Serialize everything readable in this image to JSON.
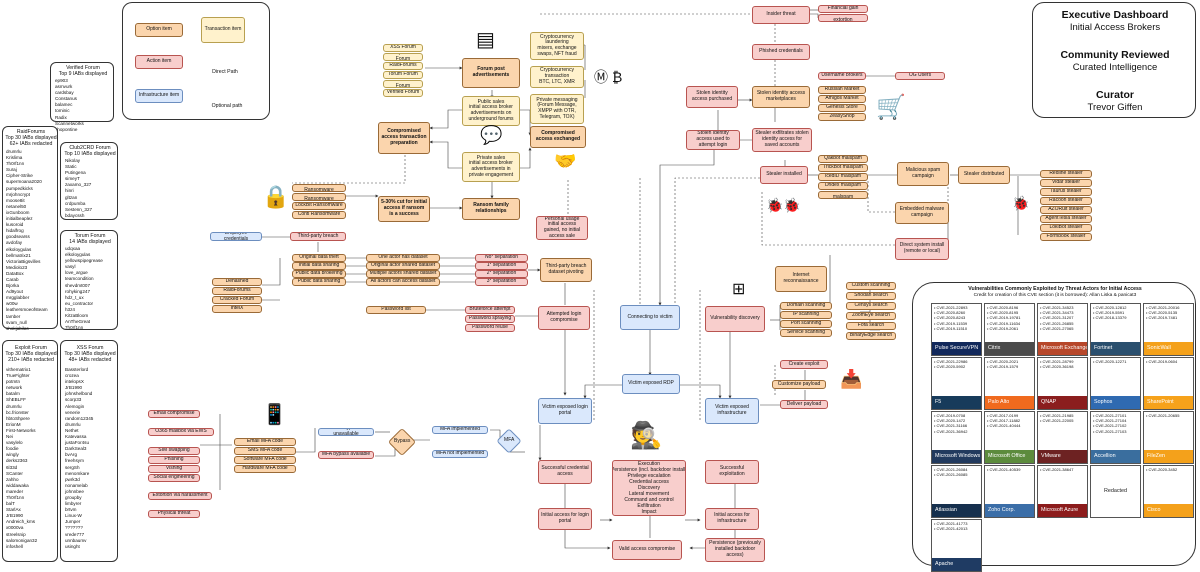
{
  "title_block": {
    "title": "Executive Dashboard",
    "subtitle": "Initial Access Brokers",
    "community": "Community Reviewed",
    "curated": "Curated Intelligence",
    "curator_label": "Curator",
    "curator_name": "Trevor Giffen"
  },
  "legend": {
    "option": "Option item",
    "transaction": "Transaction item",
    "action": "Action item",
    "infrastructure": "Infrastructure item",
    "direct": "Direct Path",
    "optional": "Optional path"
  },
  "forums": {
    "verified": {
      "head": "Verified Forum\nTop 9 IABs displayed",
      "list": "ep903\nasmvurk\ncardsbay\nConstanus\nbalamec\ntominic\nRadix\nScannetworks\nshopontine"
    },
    "raid": {
      "head": "RaidForums\nTop 30 IABs displayed\n62+ IABs redacted",
      "list": "drumrlu\nKrislima\n7h0rf1nn\nSuraj\nCipher-Strike\nsupermoana2020\npumpedkicks\nmrjohncrypt\nmoose8it\nnetanel50\nixGunboom\ninitialbeaplez\nkusoroid\nhidalfrog\ngoodsearss\navdofay\nelkoloygulas\nbellmatrix21\nVictoriaBigsvilles\nMediolo23\nDataBox\nCarab\nBjorka\nAd9yout\nmrgglabber\nw00w\nleathersmoeofsteam\ntamber\nsvam_null\nshokjabilas"
    },
    "club": {
      "head": "Club2CRD Forum\nTop 10 IABs displayed",
      "list": "Nikolay\nStatic\nPutingena\nsimeyT\nzaxamo_327\nhinri\ngltzan\ncrdpumba\nSestenn_327\nbdaycssh"
    },
    "torum": {
      "head": "Torum Forum\n14 IABs displayed",
      "list": "udqxaa\nelkoloygulas\nyellowspipegrease\nvasyl\nlove_argue\nteamcondition\nshevdmt007\nrohyking247\nhdz_t_ux\neu_contractor\nh3z4\nKitzaBloom\nAnTheGreat\n7h0rf1nn"
    },
    "exploit": {
      "head": "Exploit Forum\nTop 30 IABs displayed\n210+ IABs redacted",
      "list": "vithematrix1\nTrueFighter\npotmtn\nnetwork\nbatalm\nShEBLFF\ndrumrlu\nbc.frionster\nhbtoShpere\nErionM\nFirst-Networks\nNei\nvasylelo\nfoodie\nwingly\nderks2363\n6l33d\nSCanter\nzahho\nwiddawaka\nmareder\n7h0rf1nn\nbalT\nStarlAx\nJrB1990\nAndreich_kms\nx0000va\nstreelsnip\nsalomonigan32\ninfoshell"
    },
    "xss": {
      "head": "XSS Forum\nTop 30 IABs displayed\n48+ IABs redacted",
      "list": "Bassterlord\ncrozea\nintelopsX\nJrB1990\njohnshelbond\nscorp33\nAlemogin\nvenerie\nrandom12345\ndrumrlu\nNethet\nKatevassa\njustaFor4su\nDarkSeal3\nbvArg\nfreehsym\nsergSh\nmenomkare\npwrk3d\nnonamelab\njohnnbee\ngroupby\nlimbyrer\nbrtvm\nLinux-W\nJumper\n???????\nvrede777\nunnbaumv\nusinght"
    }
  },
  "forum_list": {
    "xss": "XSS Forum",
    "exploit": "Exploit in Forum",
    "raid": "RaidForums",
    "torum": "Torum Forum",
    "club": "Club2CRD Forum",
    "verified": "Verified Forum"
  },
  "nodes": {
    "forum_post": "Forum post advertisements",
    "public_sales": "Public sales\ninitial access broker advertisements on underground forums",
    "private_sales": "Private sales\ninitial access broker advertisements in private engagement",
    "compromised_tx": "Compromised access transaction preparation",
    "crypto_laundering": "Cryptocurrency laundering\nmixers, exchange swaps, NFT fraud",
    "crypto_tx": "Cryptocurrency transaction\nBTC, LTC, XMR",
    "private_msg": "Private messaging\n(Forum Message, XMPP with OTR, Telegram, TOX)",
    "access_exchanged": "Compromised access exchanged",
    "insider": "Insider threat",
    "financial_gain": "Financial gain",
    "blackmail": "Blackmail or extortion",
    "phished": "Phished credentials",
    "stolen_purchased": "Stolen identity access purchased",
    "stolen_marketplaces": "Stolen identity access marketplaces",
    "username_brokers": "Username brokers",
    "og_users": "OG Users",
    "markets": [
      "Russian Market",
      "Amigos Market",
      "Genesis Store",
      "2easyShop"
    ],
    "stolen_used": "Stolen identity access used to attempt login",
    "stealer_exfil": "Stealer exfiltrates stolen identity access for saved accounts",
    "malspam": [
      "Qakbot malspam",
      "TrickBot malspam",
      "IcedID malspam",
      "Dridex malspam",
      "BazarLoader malspam"
    ],
    "stealer_installed": "Stealer installed",
    "malicious_spam": "Malicious spam campaign",
    "stealer_distributed": "Stealer distributed",
    "stealers": [
      "Redline stealer",
      "Vidar stealer",
      "Taurus stealer",
      "Racoon stealer",
      "AZORult stealer",
      "AgentTesla stealer",
      "LokiBot stealer",
      "Formbook stealer"
    ],
    "embedded_malware": "Embedded malware campaign",
    "direct_install": "Direct system install (remote or local)",
    "ransomware": [
      "BlackMatter Ransomware",
      "AvosLocker Ransomware",
      "LockBit Ransomware",
      "Conti Ransomware"
    ],
    "cut": "5-30% cut for initial access if ransom is a success",
    "ransom_rel": "Ransom family relationships",
    "personal_usage": "Personal usage\ninitial access gained, no initial access sale",
    "employee_creds": "Employee credentials",
    "third_party_breach": "Third-party breach",
    "data_sharing": [
      "Original data theft",
      "Initial data sharing",
      "Public data brokering",
      "Public data sharing"
    ],
    "data_mid": [
      "One actor has dataset",
      "Original actor shared dataset",
      "Multiple actors shared dataset",
      "All actors can access dataset"
    ],
    "separations": [
      "No* separation",
      "1* separation",
      "2* separation",
      "3* separation"
    ],
    "tp_pivoting": "Third-party breach dataset pivoting",
    "sources": [
      "Dehashed",
      "RaidForums",
      "Cracked Forum",
      "IntelX"
    ],
    "password_list": "Password list",
    "pw_attacks": [
      "Bruteforce attempt",
      "Password spraying",
      "Password reuse"
    ],
    "attempted_login": "Attempted login compromise",
    "connecting": "Connecting to victim",
    "victim_rdp": "Victim exposed RDP",
    "vuln_discovery": "Vulnerability discovery",
    "internet_recon": "Internet reconnaissance",
    "scanning": [
      "Domain scanning",
      "IP scanning",
      "Port scanning",
      "Service scanning"
    ],
    "scan_tools": [
      "Custom scanning",
      "Shodan search",
      "Censys search",
      "ZoomEye search",
      "Fofa search",
      "BinaryEdge search"
    ],
    "create_exploit": "Create exploit",
    "customize_payload": "Customize payload",
    "deliver_payload": "Deliver payload",
    "victim_login_portal": "Victim exposed login portal",
    "victim_infra": "Victim exposed infrastructure",
    "email_compromise": "Email compromise",
    "o365": "O365 mailbox via EWS",
    "sim_swap": [
      "SIM swapping",
      "Phishing",
      "Vishing",
      "Social engineering"
    ],
    "mfa_codes": [
      "Email MFA code",
      "SMS MFA code",
      "Software MFA code",
      "Hardware MFA code"
    ],
    "extortion": "Extortion via harassment",
    "physical": "Physical threat",
    "mfa_unavail": "MFA bypass unavailable",
    "mfa_avail": "MFA bypass available",
    "bypass": "Bypass",
    "mfa_impl": "MFA implemented",
    "mfa_not": "MFA not implemented",
    "mfa": "MFA",
    "succ_cred": "Successful credential access",
    "execution": "Execution\nPersistence (incl. backdoor install)\nPrivilege escalation\nCredential access\nDiscovery\nLateral movement\nCommand and control\nExfiltration\nImpact",
    "succ_exploit": "Successful exploitation",
    "ia_login": "Initial access for login portal",
    "ia_infra": "Initial access for infrastructure",
    "valid_access": "Valid access compromise",
    "persistence": "Persistence (previously installed backdoor access)"
  },
  "vuln": {
    "title": "Vulnerabilities Commonly Exploited by Threat Actors for Initial Access",
    "credit": "Credit for creation of this CVE section (it is borrowed): Allan Liska & panicat3",
    "vendors": [
      {
        "name": "Pulse SecureVPN",
        "color": "#12295b",
        "cves": "• CVE-2021-22893\n• CVE-2020-8260\n• CVE-2020-8243\n• CVE-2019-11539\n• CVE-2019-11510"
      },
      {
        "name": "Citrix",
        "color": "#4b4b4b",
        "cves": "• CVE-2020-8196\n• CVE-2020-8195\n• CVE-2019-19781\n• CVE-2019-11634\n• CVE-2019-2061"
      },
      {
        "name": "Microsoft Exchange",
        "color": "#b7472a",
        "cves": "• CVE-2021-34523\n• CVE-2021-34473\n• CVE-2021-31207\n• CVE-2021-26855\n• CVE-2021-27065"
      },
      {
        "name": "Fortinet",
        "color": "#2a4f6e",
        "cves": "• CVE-2020-12812\n• CVE-2019-5591\n• CVE-2018-13379"
      },
      {
        "name": "SonicWall",
        "color": "#f4a11b",
        "cves": "• CVE-2021-20016\n• CVE-2020-5135\n• CVE-2019-7481"
      },
      {
        "name": "F5",
        "color": "#173b5b",
        "cves": "• CVE-2021-22986\n• CVE-2020-5902"
      },
      {
        "name": "Palo Alto",
        "color": "#f06a1e",
        "cves": "• CVE-2020-2021\n• CVE-2019-1579"
      },
      {
        "name": "QNAP",
        "color": "#8b1e1e",
        "cves": "• CVE-2021-28799\n• CVE-2020-36198"
      },
      {
        "name": "Sophos",
        "color": "#2f6ab1",
        "cves": "• CVE-2020-12271"
      },
      {
        "name": "SharePoint",
        "color": "#f6a21b",
        "cves": "• CVE-2019-0604"
      },
      {
        "name": "Microsoft Windows",
        "color": "#223a5e",
        "cves": "• CVE-2019-0708\n• CVE-2020-1472\n• CVE-2021-31166\n• CVE-2021-36942"
      },
      {
        "name": "Microsoft Office",
        "color": "#5c8b3d",
        "cves": "• CVE-2017-0199\n• CVE-2017-11882\n• CVE-2021-40444"
      },
      {
        "name": "VMware",
        "color": "#6d2222",
        "cves": "• CVE-2021-21985\n• CVE-2021-22005"
      },
      {
        "name": "Accellion",
        "color": "#3a6e9e",
        "cves": "• CVE-2021-27101\n• CVE-2021-27104\n• CVE-2021-27102\n• CVE-2021-27103"
      },
      {
        "name": "FileZen",
        "color": "#f4a11b",
        "cves": "• CVE-2021-20655"
      },
      {
        "name": "Atlassian",
        "color": "#16304e",
        "cves": "• CVE-2021-26084\n• CVE-2021-26085"
      },
      {
        "name": "Zoho Corp.",
        "color": "#3b6ea8",
        "cves": "• CVE-2021-40539"
      },
      {
        "name": "Microsoft Azure",
        "color": "#8c1c1c",
        "cves": "• CVE-2021-38647"
      },
      {
        "name": "Redacted",
        "color": "#ffffff",
        "cves": ""
      },
      {
        "name": "Cisco",
        "color": "#f4a11b",
        "cves": "• CVE-2020-3452"
      },
      {
        "name": "Apache",
        "color": "#1f3b63",
        "cves": "• CVE-2021-41773\n• CVE-2021-42013"
      }
    ]
  }
}
